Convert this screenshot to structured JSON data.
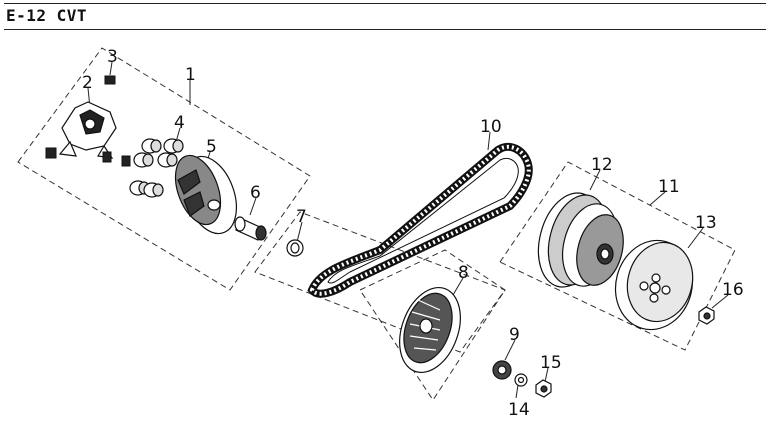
{
  "header": {
    "title": "E-12 CVT"
  },
  "callouts": [
    {
      "id": "1",
      "label": "1"
    },
    {
      "id": "2",
      "label": "2"
    },
    {
      "id": "3",
      "label": "3"
    },
    {
      "id": "4",
      "label": "4"
    },
    {
      "id": "5",
      "label": "5"
    },
    {
      "id": "6",
      "label": "6"
    },
    {
      "id": "7",
      "label": "7"
    },
    {
      "id": "8",
      "label": "8"
    },
    {
      "id": "9",
      "label": "9"
    },
    {
      "id": "10",
      "label": "10"
    },
    {
      "id": "11",
      "label": "11"
    },
    {
      "id": "12",
      "label": "12"
    },
    {
      "id": "13",
      "label": "13"
    },
    {
      "id": "14",
      "label": "14"
    },
    {
      "id": "15",
      "label": "15"
    },
    {
      "id": "16",
      "label": "16"
    }
  ]
}
